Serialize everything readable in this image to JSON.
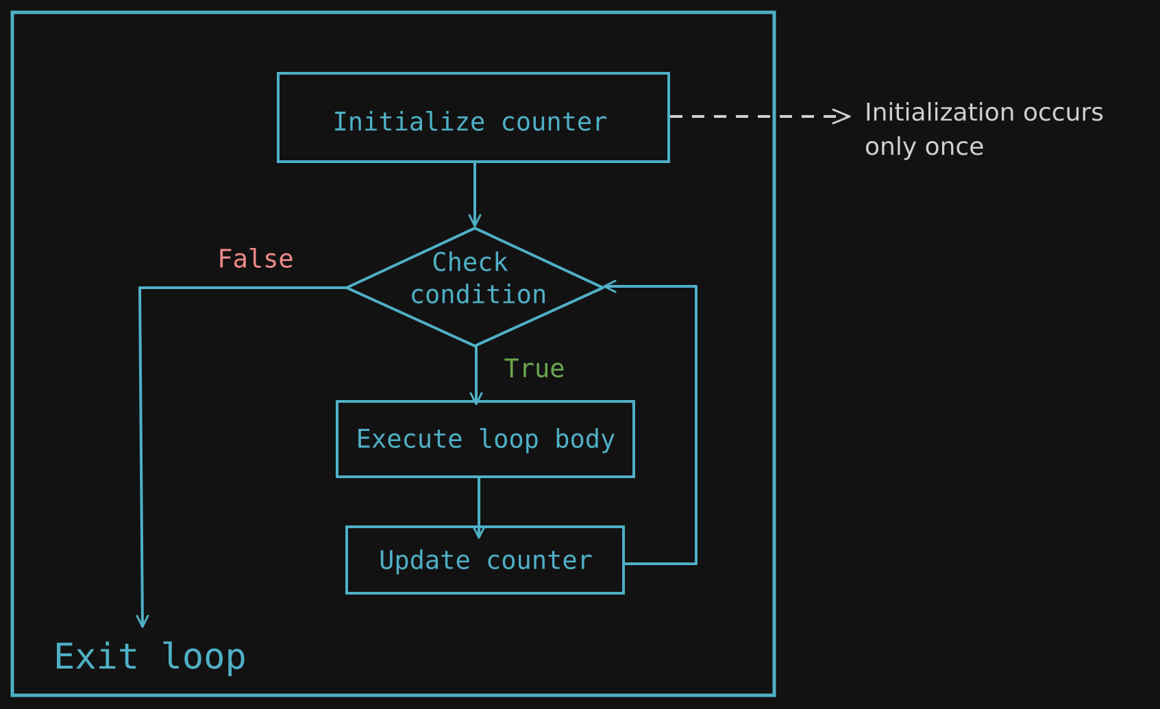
{
  "colors": {
    "background": "#121212",
    "stroke": "#4fb0c6",
    "text": "#4fb0c6",
    "false_label": "#ef8a8a",
    "true_label": "#6aa84f",
    "annotation": "#cfcfcf"
  },
  "nodes": {
    "init": "Initialize counter",
    "check_line1": "Check",
    "check_line2": "condition",
    "execute": "Execute loop body",
    "update": "Update counter",
    "exit": "Exit loop"
  },
  "edges": {
    "false_label": "False",
    "true_label": "True"
  },
  "annotation": {
    "line1": "Initialization occurs",
    "line2": "only once"
  }
}
